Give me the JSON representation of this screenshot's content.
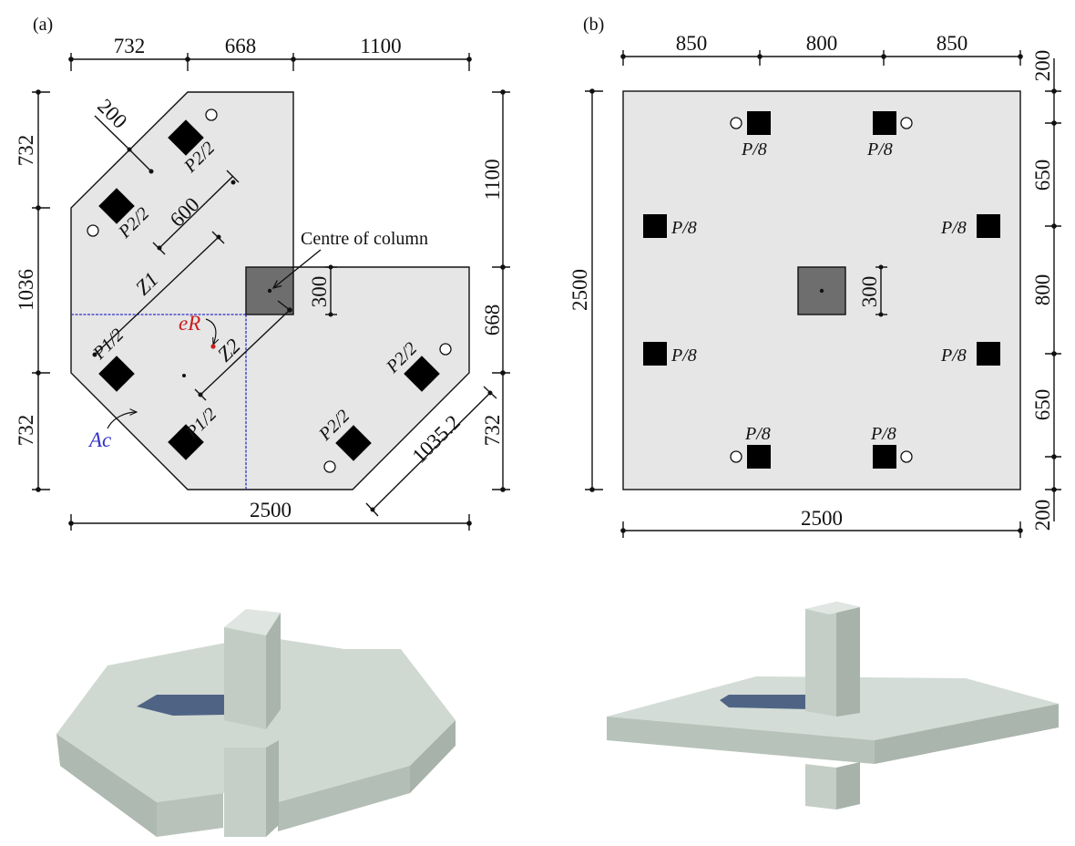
{
  "panels": {
    "a": {
      "label": "(a)",
      "top_dims": [
        "732",
        "668",
        "1100"
      ],
      "left_dims": [
        "732",
        "1036",
        "732"
      ],
      "right_dims": [
        "1100",
        "668",
        "732"
      ],
      "bottom_dim": "2500",
      "diag_dims": [
        "200",
        "600",
        "1035.2"
      ],
      "col_dim": "300",
      "column_label": "Centre of column",
      "p1_label": "P1/2",
      "p2_label": "P2/2",
      "z1_label": "Z1",
      "z2_label": "Z2",
      "er_label": "eR",
      "ac_label": "Ac"
    },
    "b": {
      "label": "(b)",
      "top_dims": [
        "850",
        "800",
        "850"
      ],
      "left_dim": "2500",
      "right_dims": [
        "200",
        "650",
        "800",
        "650",
        "200"
      ],
      "bottom_dim": "2500",
      "col_dim": "300",
      "pile_label": "P/8"
    }
  },
  "colors": {
    "slab": "#e6e6e6",
    "column": "#6e6e6e",
    "section_line": "#3030c8",
    "eccentricity": "#c81e1e",
    "render_slab": "#cdd6d0",
    "render_shadow": "#4f6485"
  }
}
